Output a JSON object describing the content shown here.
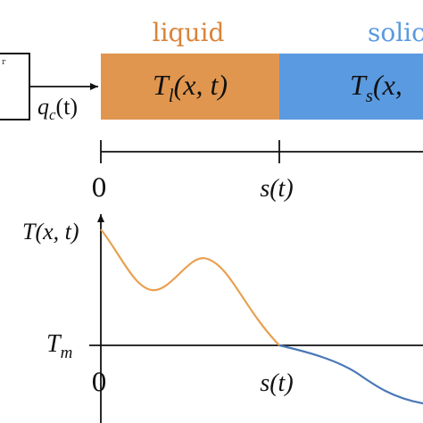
{
  "phases": {
    "liquid_label": "liquid",
    "solid_label": "solic",
    "liquid_temp": "T",
    "liquid_temp_sub": "l",
    "liquid_temp_args": "(x, t)",
    "solid_temp": "T",
    "solid_temp_sub": "s",
    "solid_temp_args": "(x,",
    "liquid_color": "#e0964f",
    "solid_color": "#5a9ae0"
  },
  "input": {
    "flux_label": "q",
    "flux_sub": "c",
    "flux_args": "(t)",
    "box_mark": "r"
  },
  "axis_top": {
    "origin_label": "0",
    "interface_label": "s(t)"
  },
  "plot": {
    "ylabel": "T(x, t)",
    "melt_label": "T",
    "melt_sub": "m",
    "x_origin_label": "0",
    "x_interface_label": "s(t)",
    "liquid_curve_color": "#e8a050",
    "solid_curve_color": "#4a78b8"
  }
}
